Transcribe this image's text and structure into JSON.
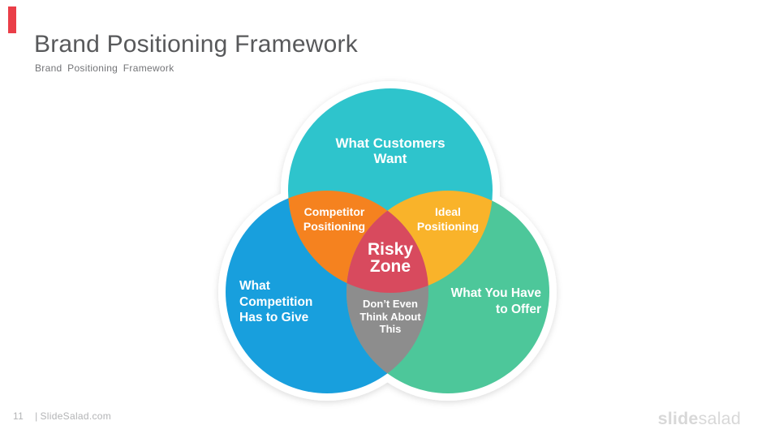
{
  "slide": {
    "title": "Brand Positioning Framework",
    "subtitle": "Brand Positioning Framework",
    "accent_bar_color": "#ea3e48"
  },
  "venn": {
    "circles": {
      "top": {
        "color": "#2ec4cc",
        "line1": "What Customers",
        "line2": "Want"
      },
      "left": {
        "color": "#189fdd",
        "line1": "What",
        "line2": "Competition",
        "line3": "Has to Give"
      },
      "right": {
        "color": "#4dc79a",
        "line1": "What You Have",
        "line2": "to Offer"
      }
    },
    "overlaps": {
      "top_left": {
        "color": "#f5821f",
        "line1": "Competitor",
        "line2": "Positioning"
      },
      "top_right": {
        "color": "#f9b32a",
        "line1": "Ideal",
        "line2": "Positioning"
      },
      "center": {
        "color": "#d84a5e",
        "line1": "Risky",
        "line2": "Zone"
      },
      "bottom": {
        "color": "#8d8d8d",
        "line1": "Don’t Even",
        "line2": "Think About",
        "line3": "This"
      }
    }
  },
  "footer": {
    "page_number": "11",
    "divider": "|",
    "site": "SlideSalad.com",
    "logo_part1": "slide",
    "logo_part2": "salad"
  }
}
